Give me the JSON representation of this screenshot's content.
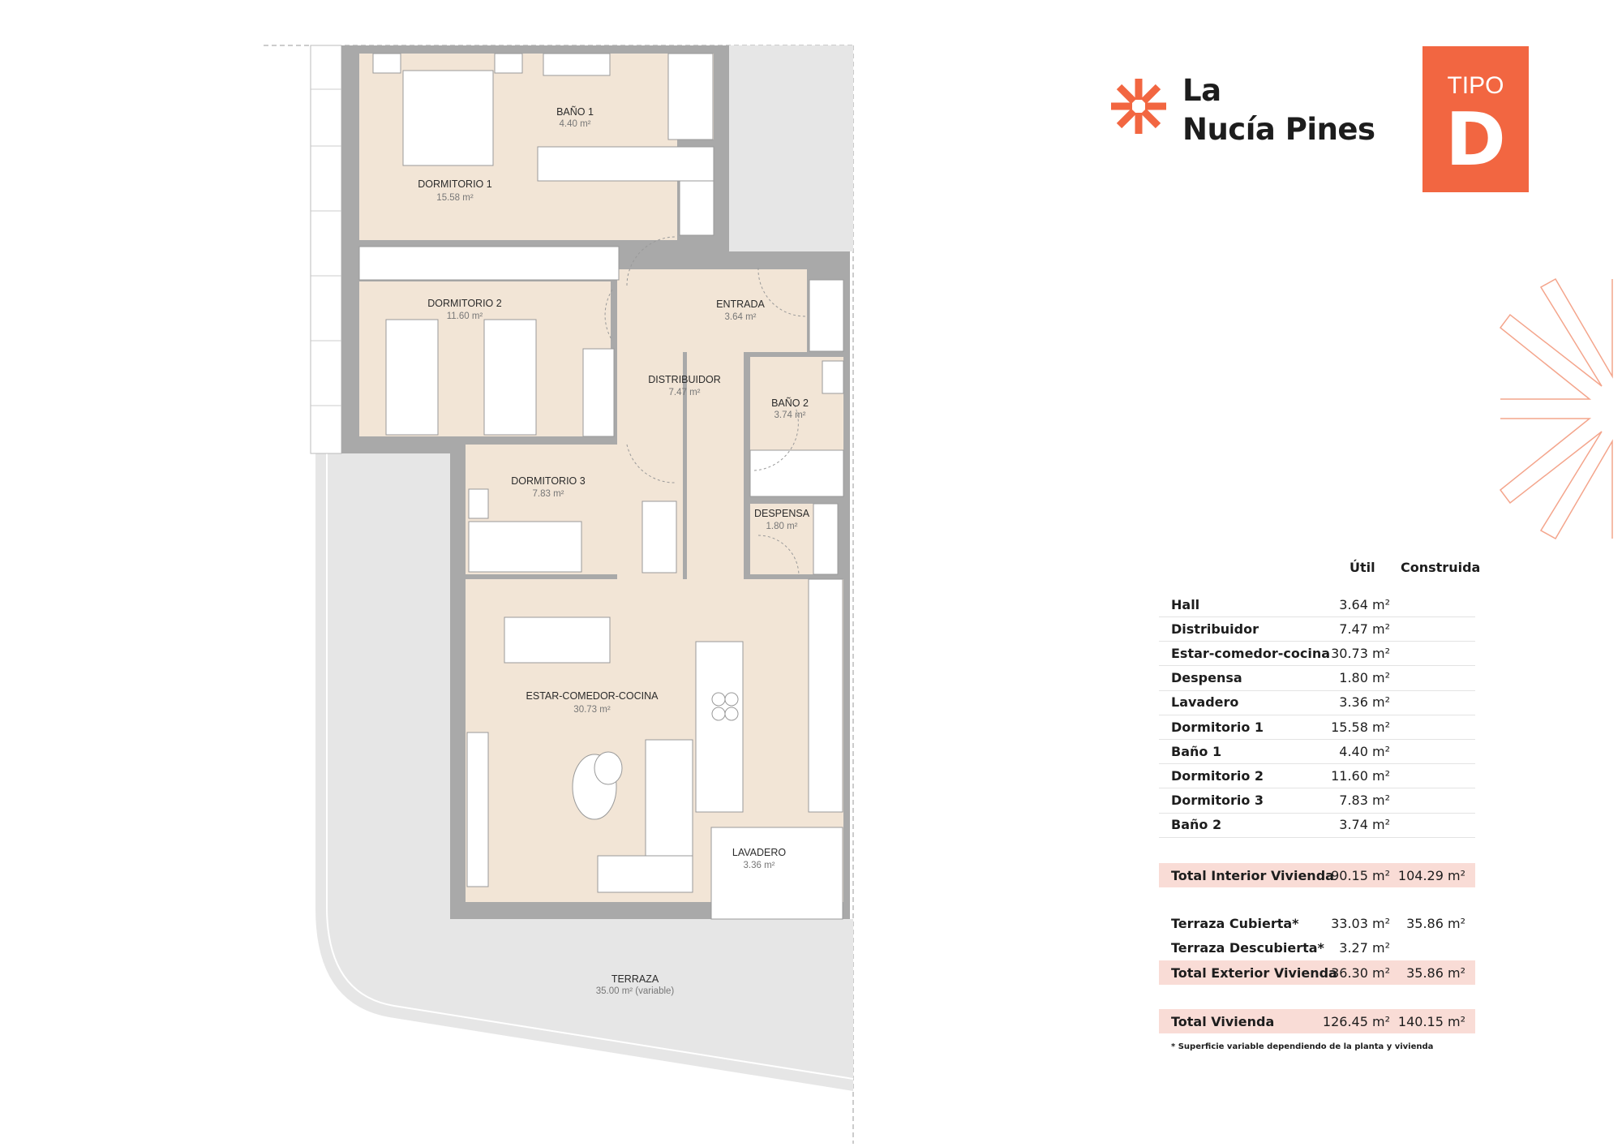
{
  "brand": {
    "line1": "La",
    "line2": "Nucía Pines",
    "accent": "#f26641"
  },
  "tipo": {
    "label": "TIPO",
    "letter": "D"
  },
  "plan": {
    "rooms": [
      {
        "name": "BAÑO 1",
        "area": "4.40 m²"
      },
      {
        "name": "DORMITORIO 1",
        "area": "15.58 m²"
      },
      {
        "name": "DORMITORIO 2",
        "area": "11.60 m²"
      },
      {
        "name": "ENTRADA",
        "area": "3.64 m²"
      },
      {
        "name": "DISTRIBUIDOR",
        "area": "7.47 m²"
      },
      {
        "name": "BAÑO 2",
        "area": "3.74 m²"
      },
      {
        "name": "DORMITORIO 3",
        "area": "7.83 m²"
      },
      {
        "name": "DESPENSA",
        "area": "1.80 m²"
      },
      {
        "name": "ESTAR-COMEDOR-COCINA",
        "area": "30.73 m²"
      },
      {
        "name": "LAVADERO",
        "area": "3.36 m²"
      },
      {
        "name": "TERRAZA",
        "area": "35.00 m² (variable)"
      }
    ]
  },
  "table": {
    "col_util": "Útil",
    "col_construida": "Construida",
    "rows": [
      {
        "name": "Hall",
        "util": "3.64 m²"
      },
      {
        "name": "Distribuidor",
        "util": "7.47 m²"
      },
      {
        "name": "Estar-comedor-cocina",
        "util": "30.73 m²"
      },
      {
        "name": "Despensa",
        "util": "1.80 m²"
      },
      {
        "name": "Lavadero",
        "util": "3.36 m²"
      },
      {
        "name": "Dormitorio 1",
        "util": "15.58 m²"
      },
      {
        "name": "Baño 1",
        "util": "4.40 m²"
      },
      {
        "name": "Dormitorio 2",
        "util": "11.60 m²"
      },
      {
        "name": "Dormitorio 3",
        "util": "7.83 m²"
      },
      {
        "name": "Baño 2",
        "util": "3.74 m²"
      }
    ],
    "total_interior": {
      "name": "Total Interior Vivienda",
      "util": "90.15 m²",
      "construida": "104.29 m²"
    },
    "terraza_cubierta": {
      "name": "Terraza Cubierta*",
      "util": "33.03 m²",
      "construida": "35.86 m²"
    },
    "terraza_descubierta": {
      "name": "Terraza Descubierta*",
      "util": "3.27 m²"
    },
    "total_exterior": {
      "name": "Total Exterior Vivienda",
      "util": "36.30 m²",
      "construida": "35.86 m²"
    },
    "total_vivienda": {
      "name": "Total Vivienda",
      "util": "126.45 m²",
      "construida": "140.15 m²"
    },
    "footnote": "* Superficie variable dependiendo de la planta y vivienda"
  }
}
